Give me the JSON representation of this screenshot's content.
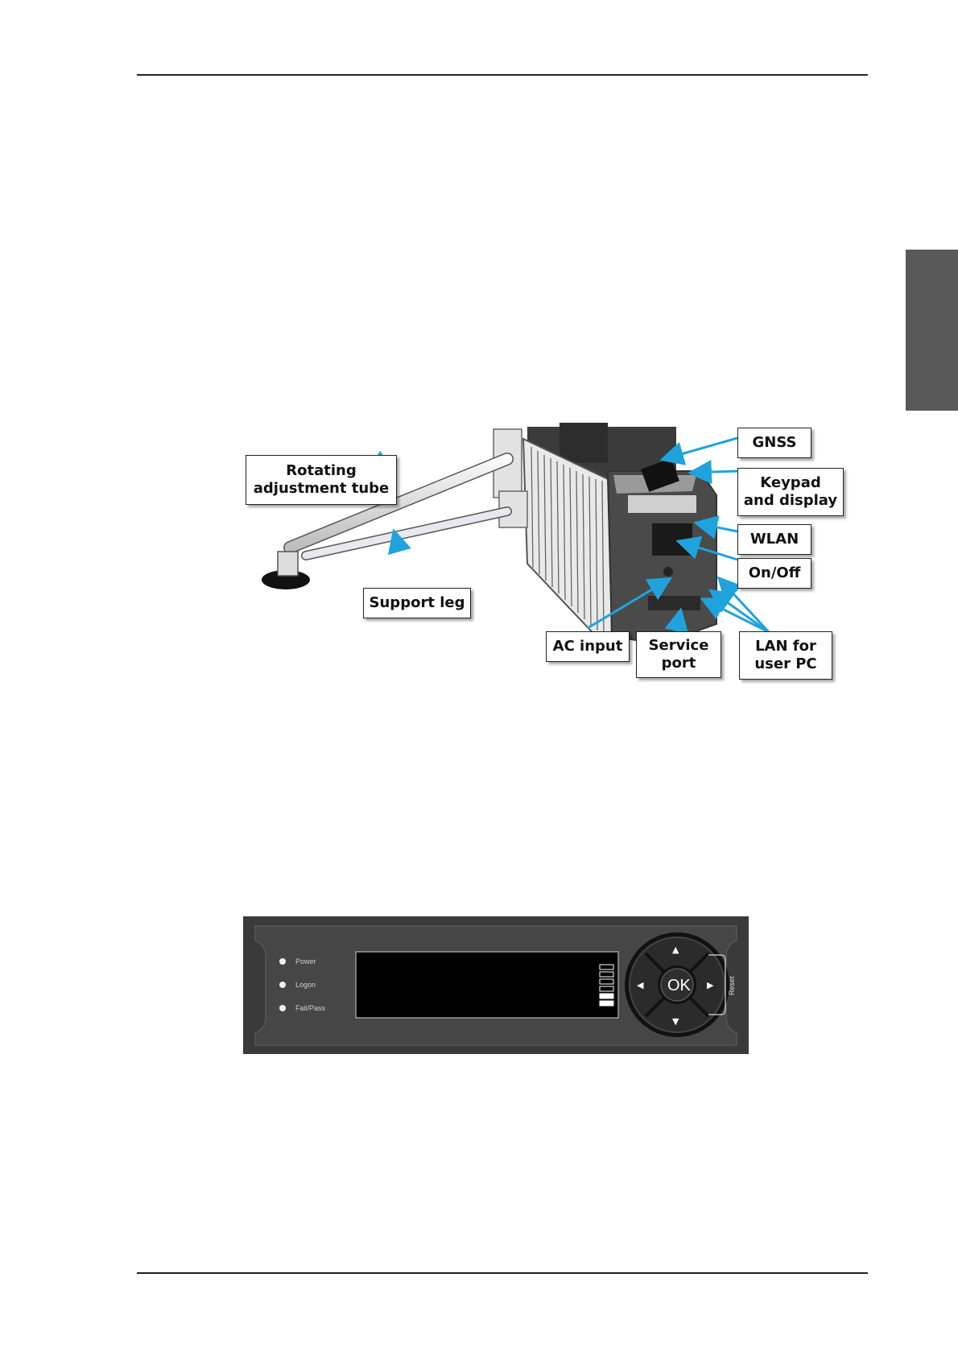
{
  "figure1": {
    "labels": {
      "rotating": "Rotating\nadjustment tube",
      "support_leg": "Support leg",
      "gnss": "GNSS",
      "keypad": "Keypad\nand display",
      "wlan": "WLAN",
      "onoff": "On/Off",
      "ac_input": "AC input",
      "service_port": "Service\nport",
      "lan": "LAN for\nuser PC"
    },
    "arrow_color": "#1fa3dc"
  },
  "figure2": {
    "leds": [
      "Power",
      "Logon",
      "Fail/Pass"
    ],
    "ok_label": "OK",
    "reset_label": "Reset",
    "arrows": [
      "▲",
      "▼",
      "◀",
      "▶"
    ],
    "signal_bars_total": 6,
    "signal_bars_filled": 2
  }
}
